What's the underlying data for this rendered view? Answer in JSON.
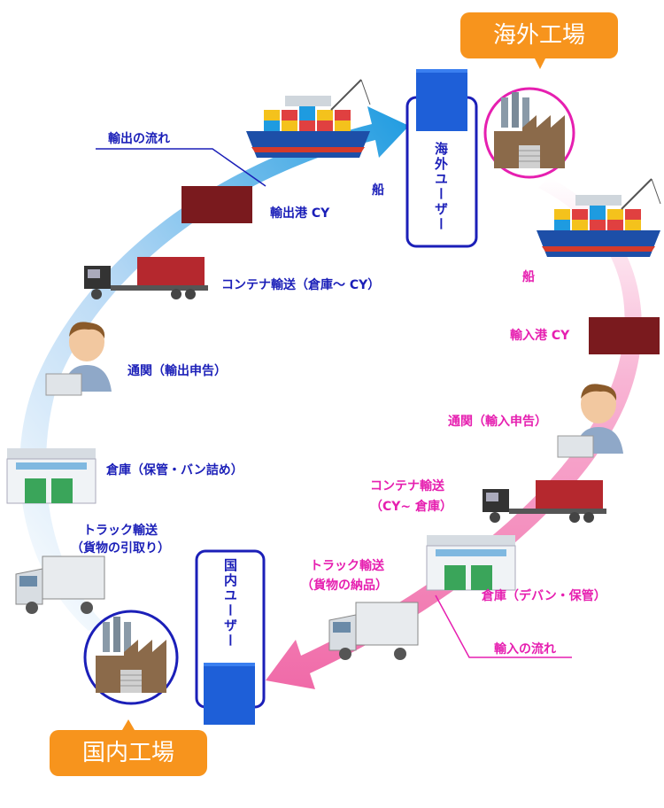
{
  "factories": {
    "overseas": "海外工場",
    "domestic": "国内工場"
  },
  "users": {
    "overseas": "海外ユーザー",
    "domestic": "国内ユーザー"
  },
  "export_flow": {
    "title": "輸出の流れ",
    "color": "#1b1fb8",
    "steps": {
      "truck": "トラック輸送",
      "truck_sub": "（貨物の引取り）",
      "warehouse": "倉庫（保管・バン詰め）",
      "customs": "通関（輸出申告）",
      "container": "コンテナ輸送（倉庫～ CY）",
      "port": "輸出港 CY",
      "ship": "船"
    }
  },
  "import_flow": {
    "title": "輸入の流れ",
    "color": "#e61fb0",
    "steps": {
      "ship": "船",
      "port": "輸入港 CY",
      "customs": "通関（輸入申告）",
      "container": "コンテナ輸送",
      "container_sub": "（CY~ 倉庫）",
      "warehouse": "倉庫（デバン・保管）",
      "truck": "トラック輸送",
      "truck_sub": "（貨物の納品）"
    }
  }
}
